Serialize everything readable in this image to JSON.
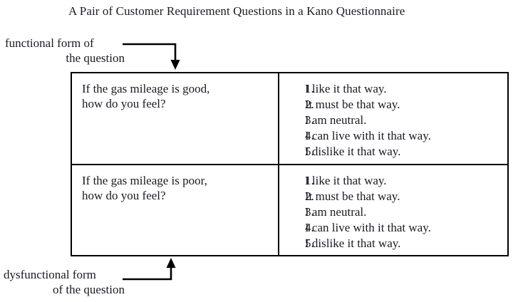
{
  "figure": {
    "title": "A Pair of Customer Requirement Questions in a Kano Questionnaire"
  },
  "labels": {
    "functional": {
      "line1": "functional form of",
      "line2": "the question"
    },
    "dysfunctional": {
      "line1": "dysfunctional form",
      "line2": "of the question"
    }
  },
  "table": {
    "rows": [
      {
        "question": {
          "line1": "If the gas mileage is good,",
          "line2": "how do you feel?"
        },
        "answers": [
          {
            "num": "1.",
            "text": "I like it that way."
          },
          {
            "num": "2.",
            "text": "It must be that way."
          },
          {
            "num": "3.",
            "text": "I am neutral."
          },
          {
            "num": "4.",
            "text": "I can live with it that way."
          },
          {
            "num": "5.",
            "text": "I dislike it that way."
          }
        ]
      },
      {
        "question": {
          "line1": "If the gas mileage is poor,",
          "line2": "how do you feel?"
        },
        "answers": [
          {
            "num": "1.",
            "text": "I like it that way."
          },
          {
            "num": "2.",
            "text": "It must be that way."
          },
          {
            "num": "3.",
            "text": "I am neutral."
          },
          {
            "num": "4.",
            "text": "I can live with it that way."
          },
          {
            "num": "5.",
            "text": "I dislike it that way."
          }
        ]
      }
    ]
  },
  "style": {
    "ink": "#1a1a24",
    "line": "#000000",
    "background": "#ffffff"
  }
}
